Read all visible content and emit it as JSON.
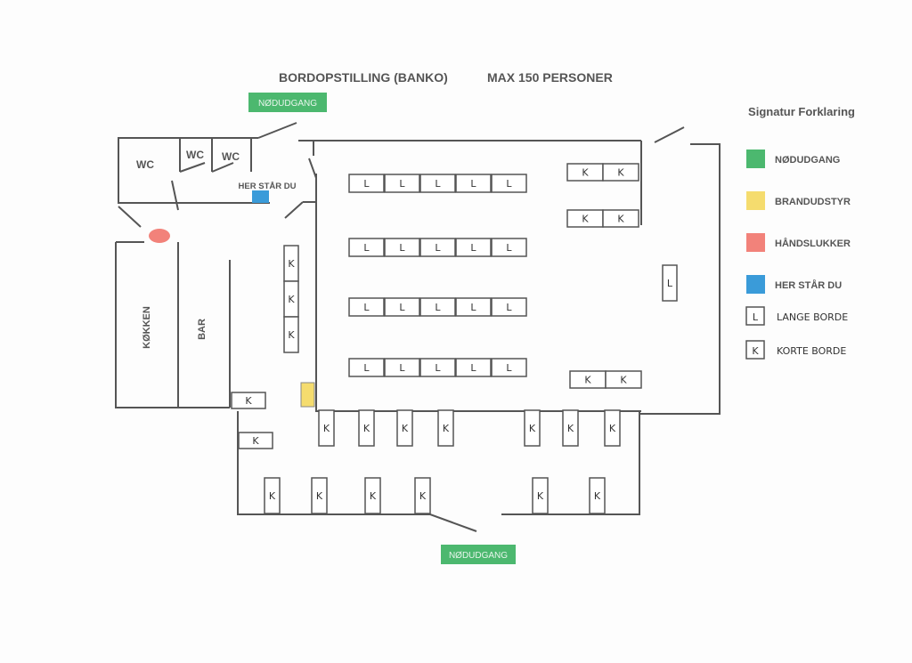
{
  "title": "BORDOPSTILLING (BANKO)",
  "capacity": "MAX 150 PERSONER",
  "rooms": {
    "wc_large": "WC",
    "wc_1": "WC",
    "wc_2": "WC",
    "kitchen": "KØKKEN",
    "bar": "BAR"
  },
  "here_label": "HER STÅR DU",
  "exit_top": "NØDUDGANG",
  "exit_bottom": "NØDUDGANG",
  "table_letters": {
    "long": "L",
    "short": "K"
  },
  "legend": {
    "title": "Signatur Forklaring",
    "items": [
      {
        "label": "NØDUDGANG",
        "color": "#4cb86f"
      },
      {
        "label": "BRANDUDSTYR",
        "color": "#f5dc6e"
      },
      {
        "label": "HÅNDSLUKKER",
        "color": "#f2827a"
      },
      {
        "label": "HER STÅR DU",
        "color": "#3a9bd9"
      }
    ],
    "symbols": [
      {
        "symbol": "L",
        "label": "LANGE BORDE"
      },
      {
        "symbol": "K",
        "label": "KORTE BORDE"
      }
    ]
  }
}
